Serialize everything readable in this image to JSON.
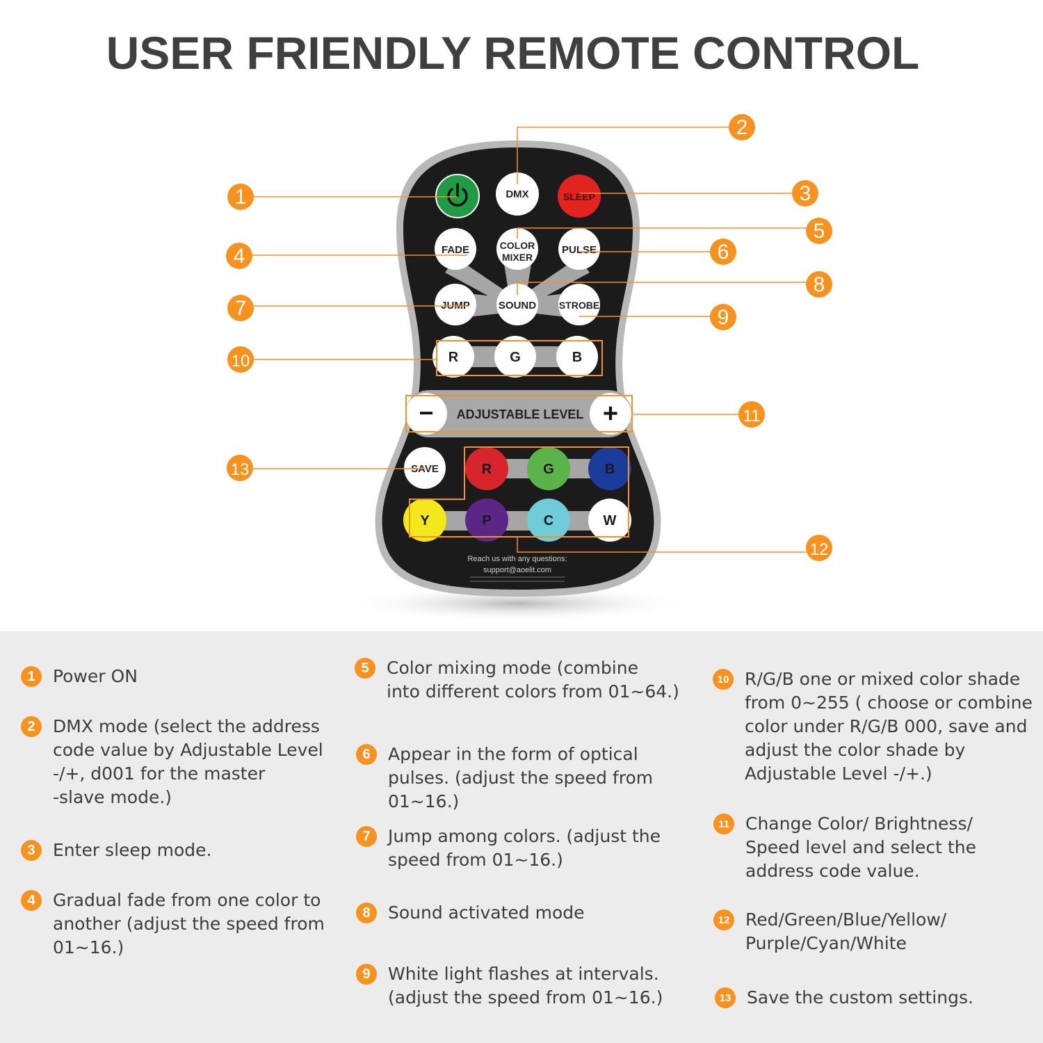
{
  "title": "USER FRIENDLY REMOTE CONTROL",
  "accent_color": "#f7921e",
  "remote": {
    "power_icon": "power-icon",
    "power_color": "#1f9a45",
    "row1": {
      "dmx": "DMX",
      "sleep": "SLEEP"
    },
    "row2": {
      "fade": "FADE",
      "color_mixer_1": "COLOR",
      "color_mixer_2": "MIXER",
      "pulse": "PULSE"
    },
    "row3": {
      "jump": "JUMP",
      "sound": "SOUND",
      "strobe": "STROBE"
    },
    "rgb_row": {
      "r": "R",
      "g": "G",
      "b": "B"
    },
    "level": {
      "minus": "−",
      "label": "ADJUSTABLE LEVEL",
      "plus": "+"
    },
    "save": "SAVE",
    "color_row1": [
      {
        "label": "R",
        "color": "#d7262b"
      },
      {
        "label": "G",
        "color": "#5ab44a"
      },
      {
        "label": "B",
        "color": "#1a3c9b"
      }
    ],
    "color_row2": [
      {
        "label": "Y",
        "color": "#f3e81c"
      },
      {
        "label": "P",
        "color": "#5b2685"
      },
      {
        "label": "C",
        "color": "#6fcbd8"
      },
      {
        "label": "W",
        "color": "#ffffff"
      }
    ],
    "footer_1": "Reach us with any questions:",
    "footer_2": "support@aoelit.com"
  },
  "callouts": [
    "1",
    "2",
    "3",
    "4",
    "5",
    "6",
    "7",
    "8",
    "9",
    "10",
    "11",
    "12",
    "13"
  ],
  "legend": [
    {
      "num": "1",
      "text": "Power ON"
    },
    {
      "num": "2",
      "text": "DMX mode (select the address\ncode value by Adjustable Level\n-/+, d001 for the master\n-slave mode.)"
    },
    {
      "num": "3",
      "text": "Enter sleep mode."
    },
    {
      "num": "4",
      "text": "Gradual fade from one color to\nanother (adjust the speed from\n01~16.)"
    },
    {
      "num": "5",
      "text": "Color mixing mode (combine\ninto different colors from 01~64.)"
    },
    {
      "num": "6",
      "text": "Appear in the form of optical\npulses. (adjust the speed from\n01~16.)"
    },
    {
      "num": "7",
      "text": "Jump among colors. (adjust the\nspeed from 01~16.)"
    },
    {
      "num": "8",
      "text": "Sound activated mode"
    },
    {
      "num": "9",
      "text": "White light flashes at intervals.\n(adjust the speed from 01~16.)"
    },
    {
      "num": "10",
      "text": "R/G/B one or mixed color shade\nfrom 0~255 ( choose or combine\ncolor under R/G/B 000, save and\nadjust the color shade by\nAdjustable Level -/+.)"
    },
    {
      "num": "11",
      "text": "Change Color/ Brightness/\nSpeed level and select the\naddress code value."
    },
    {
      "num": "12",
      "text": "Red/Green/Blue/Yellow/\nPurple/Cyan/White"
    },
    {
      "num": "13",
      "text": "Save the custom settings."
    }
  ]
}
